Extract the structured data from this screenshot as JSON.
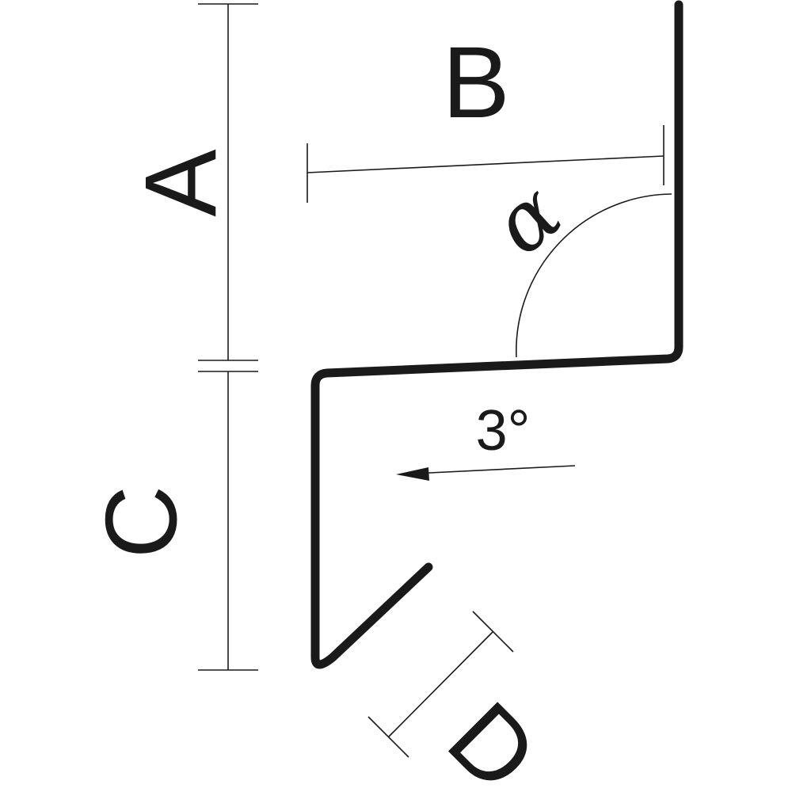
{
  "diagram": {
    "dimension_labels": {
      "a": "A",
      "b": "B",
      "c": "C",
      "d": "D"
    },
    "angle_symbol": "α",
    "slope_label": "3°"
  },
  "colors": {
    "ink": "#1a1a1a",
    "background": "#ffffff"
  }
}
